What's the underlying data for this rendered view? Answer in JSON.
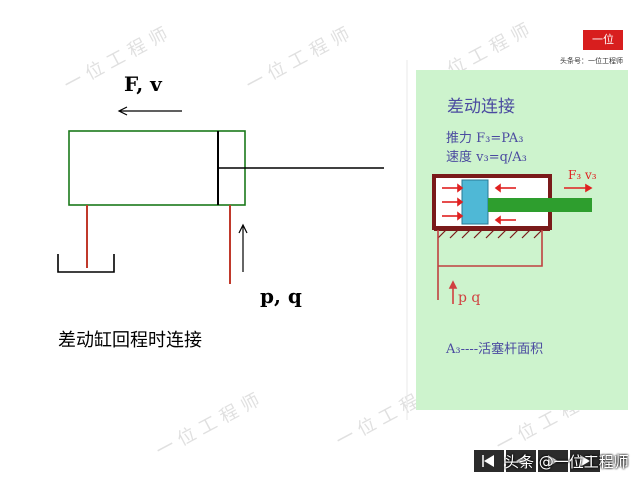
{
  "diagram": {
    "force_label": "F, v",
    "flow_label": "p, q",
    "caption": "差动缸回程时连接"
  },
  "inset": {
    "title": "差动连接",
    "thrust_formula": "推力 F₃=PA₃",
    "speed_formula": "速度 v₃=q/A₃",
    "force_label": "F₃ v₃",
    "flow_label": "p q",
    "area_note": "A₃----活塞杆面积"
  },
  "logo": {
    "badge": "一位",
    "subtitle": "头条号：一位工程师"
  },
  "watermark": {
    "text": "一位工程师"
  },
  "footer": {
    "attribution": "头条 @一位工程师"
  },
  "colors": {
    "cylinder_outline": "#1a7a1a",
    "oil_line": "#c0392b",
    "panel_bg": "#cdf3cd",
    "piston": "#4fb8d6",
    "rod": "#2e9e2e",
    "text_blue": "#4a4aa0",
    "arrow_red": "#e02020",
    "logo_red": "#d81e1e"
  },
  "icons": {
    "nav_prev": "triangle-left-icon",
    "nav_next": "triangle-right-icon"
  }
}
